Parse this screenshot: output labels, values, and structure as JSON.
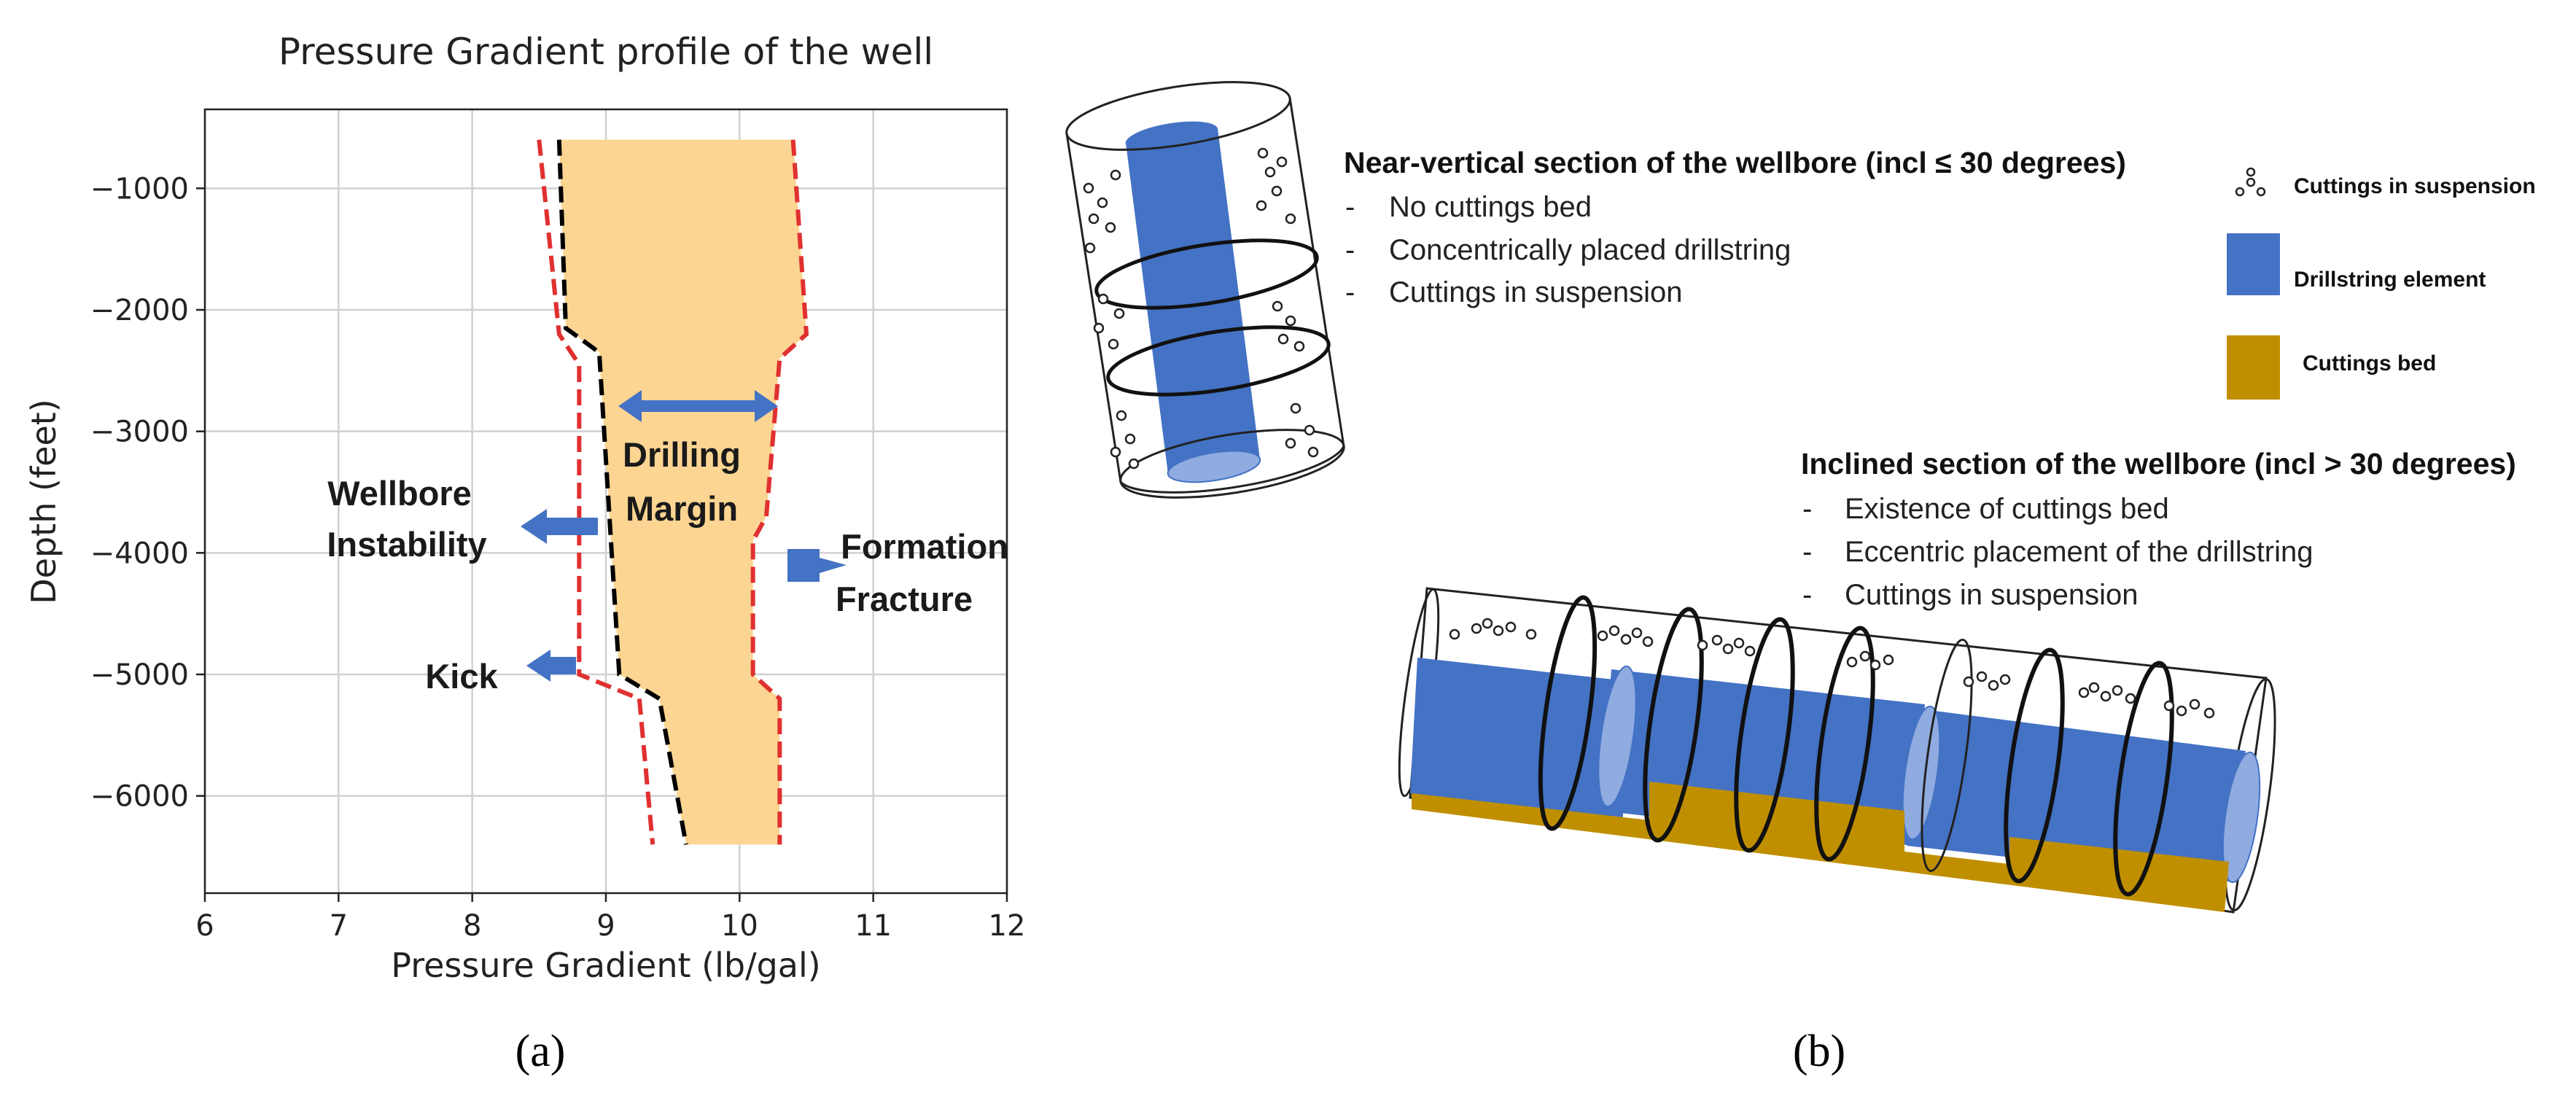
{
  "chart_data": {
    "type": "line",
    "title": "Pressure Gradient profile of the well",
    "xlabel": "Pressure Gradient (lb/gal)",
    "ylabel": "Depth (feet)",
    "xlim": [
      6,
      12
    ],
    "ylim": [
      -6800,
      -350
    ],
    "grid": true,
    "x_ticks": [
      6,
      7,
      8,
      9,
      10,
      11,
      12
    ],
    "y_ticks": [
      -1000,
      -2000,
      -3000,
      -4000,
      -5000,
      -6000
    ],
    "series": [
      {
        "color": "#e03030",
        "style": "dashed",
        "points": [
          [
            8.5,
            -600
          ],
          [
            8.65,
            -2200
          ],
          [
            8.8,
            -2450
          ],
          [
            8.8,
            -5000
          ],
          [
            9.25,
            -5200
          ],
          [
            9.35,
            -6400
          ]
        ]
      },
      {
        "color": "#000000",
        "style": "dashed",
        "points": [
          [
            8.65,
            -600
          ],
          [
            8.7,
            -2150
          ],
          [
            8.95,
            -2350
          ],
          [
            9.1,
            -5000
          ],
          [
            9.4,
            -5200
          ],
          [
            9.6,
            -6400
          ]
        ]
      },
      {
        "color": "#e03030",
        "style": "dashed",
        "points": [
          [
            10.4,
            -600
          ],
          [
            10.5,
            -2200
          ],
          [
            10.3,
            -2400
          ],
          [
            10.2,
            -3700
          ],
          [
            10.1,
            -3900
          ],
          [
            10.1,
            -5000
          ],
          [
            10.3,
            -5200
          ],
          [
            10.3,
            -6400
          ]
        ]
      }
    ],
    "fill_band": {
      "color": "#fcd592",
      "left": [
        [
          8.65,
          -600
        ],
        [
          8.7,
          -2150
        ],
        [
          8.95,
          -2350
        ],
        [
          9.1,
          -5000
        ],
        [
          9.4,
          -5200
        ],
        [
          9.6,
          -6400
        ]
      ],
      "right": [
        [
          10.4,
          -600
        ],
        [
          10.5,
          -2200
        ],
        [
          10.3,
          -2400
        ],
        [
          10.2,
          -3700
        ],
        [
          10.1,
          -3900
        ],
        [
          10.1,
          -5000
        ],
        [
          10.3,
          -5200
        ],
        [
          10.3,
          -6400
        ]
      ]
    },
    "annotations": {
      "drilling_margin": [
        "Drilling",
        "Margin"
      ],
      "wellbore_instability": [
        "Wellbore",
        "Instability"
      ],
      "formation_fracture": [
        "Formation",
        "Fracture"
      ],
      "kick": "Kick"
    }
  },
  "panels": {
    "a": "(a)",
    "b": "(b)"
  },
  "near_vertical": {
    "heading": "Near-vertical section of the wellbore (incl ≤ 30 degrees)",
    "items": [
      "No cuttings bed",
      "Concentrically placed drillstring",
      "Cuttings in suspension"
    ]
  },
  "inclined": {
    "heading": "Inclined section of the wellbore (incl > 30 degrees)",
    "items": [
      "Existence of cuttings bed",
      "Eccentric placement of the drillstring",
      "Cuttings in suspension"
    ]
  },
  "legend": {
    "items": [
      {
        "label": "Cuttings in suspension",
        "icon": "cuttings-icon"
      },
      {
        "label": "Drillstring element",
        "color": "#4472c4"
      },
      {
        "label": "Cuttings bed",
        "color": "#bf8f00"
      }
    ]
  },
  "colors": {
    "drillstring": "#4472c4",
    "drillstring_light": "#8fabe0",
    "cuttings_bed": "#bf8f00",
    "margin_band": "#fcd592",
    "arrow": "#4472c4",
    "limit_line": "#e03030"
  },
  "bullet": "-"
}
